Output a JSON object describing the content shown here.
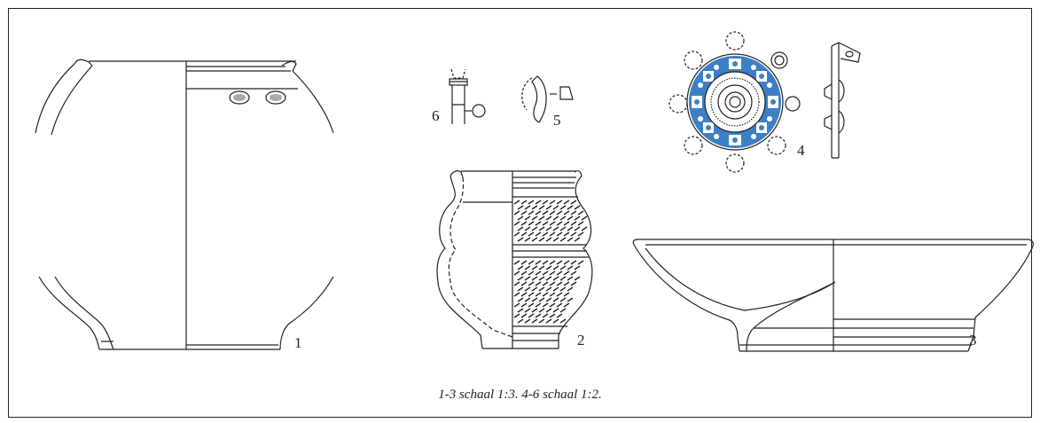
{
  "figure": {
    "caption": "1-3 schaal 1:3.  4-6 schaal 1:2.",
    "labels": {
      "pot": "1",
      "beaker": "2",
      "bowl": "3",
      "brooch": "4",
      "fragment": "5",
      "pin": "6"
    },
    "colors": {
      "line": "#222222",
      "enamel": "#3d7fc4"
    }
  }
}
